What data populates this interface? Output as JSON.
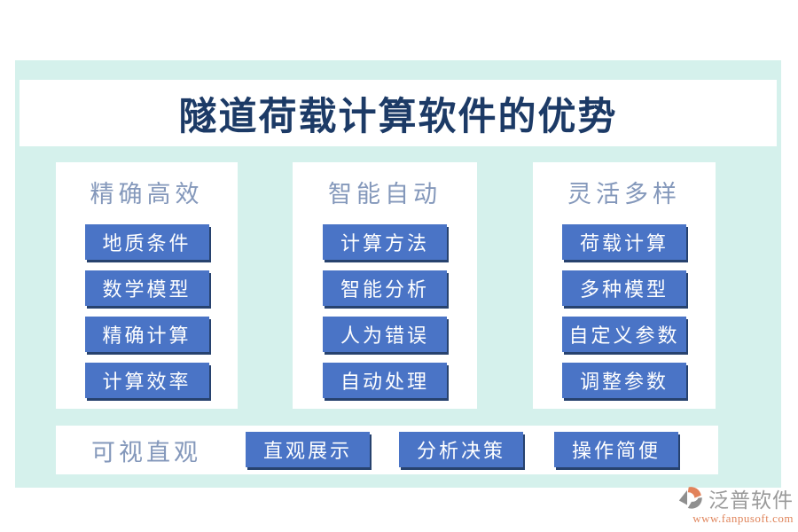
{
  "title": "隧道荷载计算软件的优势",
  "columns": [
    {
      "header": "精确高效",
      "items": [
        "地质条件",
        "数学模型",
        "精确计算",
        "计算效率"
      ]
    },
    {
      "header": "智能自动",
      "items": [
        "计算方法",
        "智能分析",
        "人为错误",
        "自动处理"
      ]
    },
    {
      "header": "灵活多样",
      "items": [
        "荷载计算",
        "多种模型",
        "自定义参数",
        "调整参数"
      ]
    }
  ],
  "bottom": {
    "header": "可视直观",
    "items": [
      "直观展示",
      "分析决策",
      "操作简便"
    ]
  },
  "brand": {
    "name": "泛普软件",
    "url": "www.fanpusoft.com"
  },
  "colors": {
    "background_mint": "#d5f1ec",
    "button_blue": "#4a74c6",
    "button_shadow": "#27426e",
    "title_navy": "#1c3a66",
    "header_blue_gray": "#8498bb",
    "brand_gray": "#9a9a9a",
    "brand_orange": "#e0855c"
  }
}
